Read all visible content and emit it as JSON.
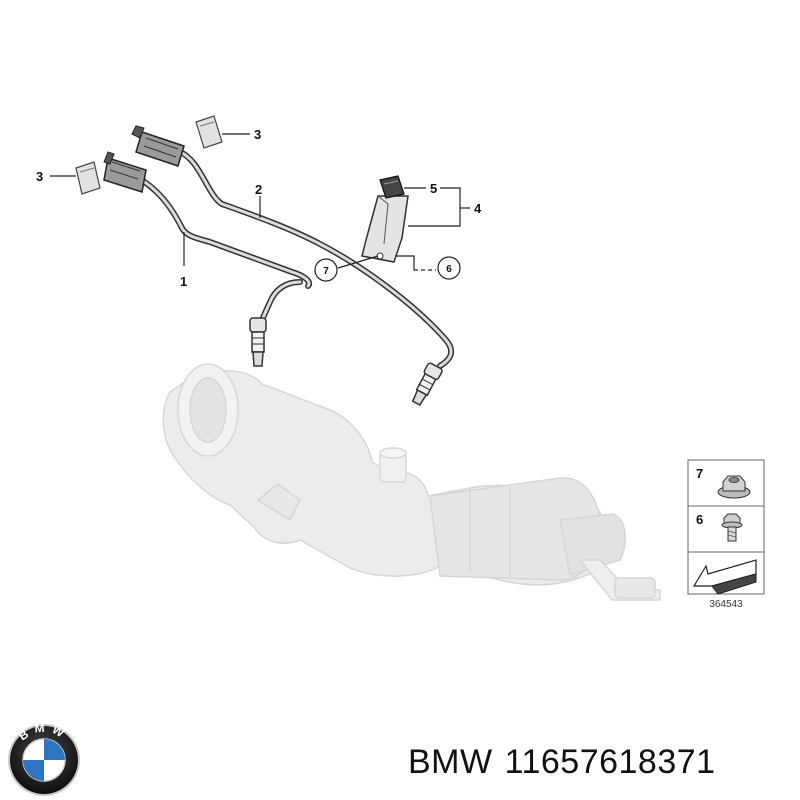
{
  "diagram": {
    "callouts": {
      "one": "1",
      "two": "2",
      "three_left": "3",
      "three_top": "3",
      "four": "4",
      "five": "5",
      "six": "6",
      "seven": "7"
    },
    "legend": {
      "items": [
        {
          "number": "7",
          "icon": "flange-nut-icon"
        },
        {
          "number": "6",
          "icon": "flange-bolt-icon"
        }
      ],
      "arrow_icon": "direction-arrow-icon",
      "reference_number": "364543"
    }
  },
  "footer": {
    "logo_lettering": "BMW",
    "brand": "BMW",
    "part_number": "11657618371"
  }
}
